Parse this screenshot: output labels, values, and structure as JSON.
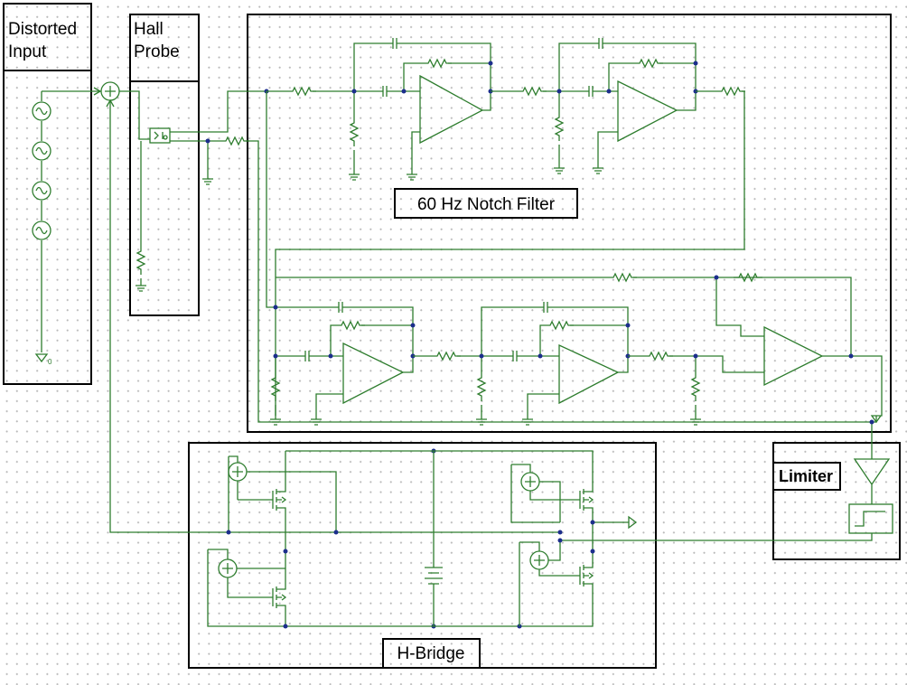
{
  "blocks": {
    "distorted_input": {
      "title": [
        "Distorted",
        "Input"
      ]
    },
    "hall_probe": {
      "title": [
        "Hall",
        "Probe"
      ]
    },
    "notch_filter": {
      "title": "60 Hz Notch Filter"
    },
    "limiter": {
      "title": "Limiter"
    },
    "h_bridge": {
      "title": "H-Bridge"
    }
  },
  "symbols": {
    "ground_ref": "0"
  },
  "colors": {
    "wire": "#2e7d2e",
    "node": "#1c2e8c",
    "border": "#000000"
  }
}
